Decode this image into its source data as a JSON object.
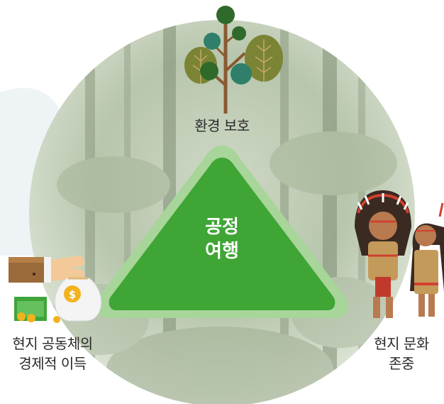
{
  "diagram": {
    "center": {
      "line1": "공정",
      "line2": "여행"
    },
    "nodes": {
      "top": {
        "label": "환경 보호",
        "icon": "tree-icon"
      },
      "left": {
        "line1": "현지 공동체의",
        "line2": "경제적 이득",
        "icon": "money-bag-icon"
      },
      "right": {
        "line1": "현지 문화",
        "line2": "존중",
        "icon": "native-people-icon"
      }
    },
    "colors": {
      "triangle_fill": "#3fa535",
      "triangle_border": "#a8d59a",
      "background_circle": "#b9c8ae"
    }
  }
}
